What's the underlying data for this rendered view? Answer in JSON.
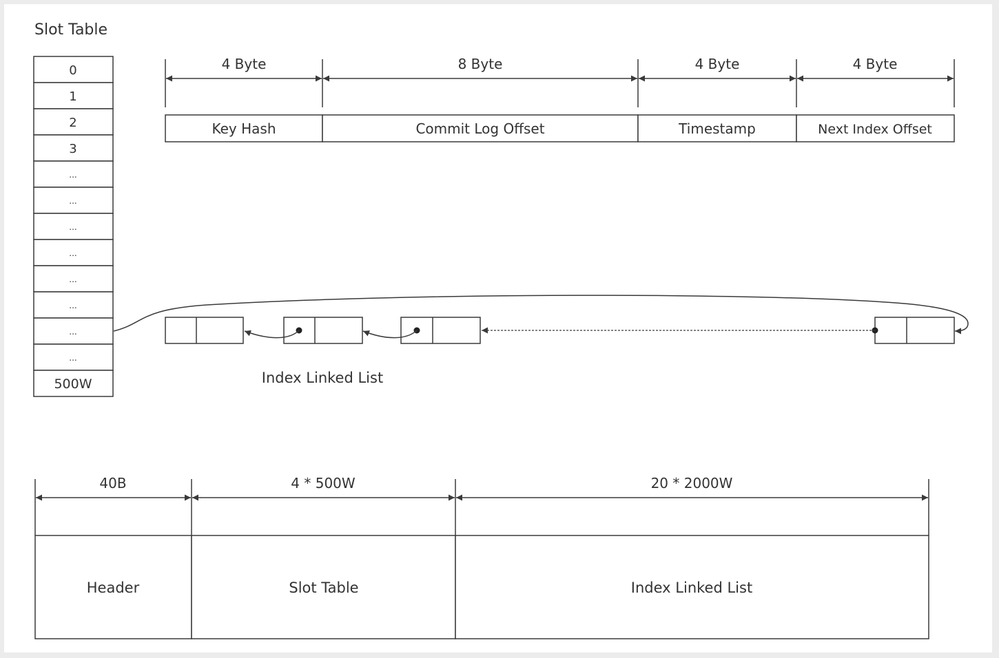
{
  "slot_table": {
    "title": "Slot Table",
    "rows": [
      "0",
      "1",
      "2",
      "3",
      "...",
      "...",
      "...",
      "...",
      "...",
      "...",
      "...",
      "...",
      "500W"
    ]
  },
  "index_entry": {
    "fields": [
      {
        "size": "4 Byte",
        "name": "Key Hash"
      },
      {
        "size": "8 Byte",
        "name": "Commit Log Offset"
      },
      {
        "size": "4 Byte",
        "name": "Timestamp"
      },
      {
        "size": "4 Byte",
        "name": "Next Index Offset"
      }
    ]
  },
  "linked_list": {
    "label": "Index Linked List"
  },
  "file_layout": {
    "segments": [
      {
        "size": "40B",
        "name": "Header"
      },
      {
        "size": "4 * 500W",
        "name": "Slot Table"
      },
      {
        "size": "20 * 2000W",
        "name": "Index Linked List"
      }
    ]
  },
  "colors": {
    "line": "#3a3a3a",
    "text": "#333333",
    "page_background": "#ececec",
    "canvas_background": "#ffffff"
  }
}
